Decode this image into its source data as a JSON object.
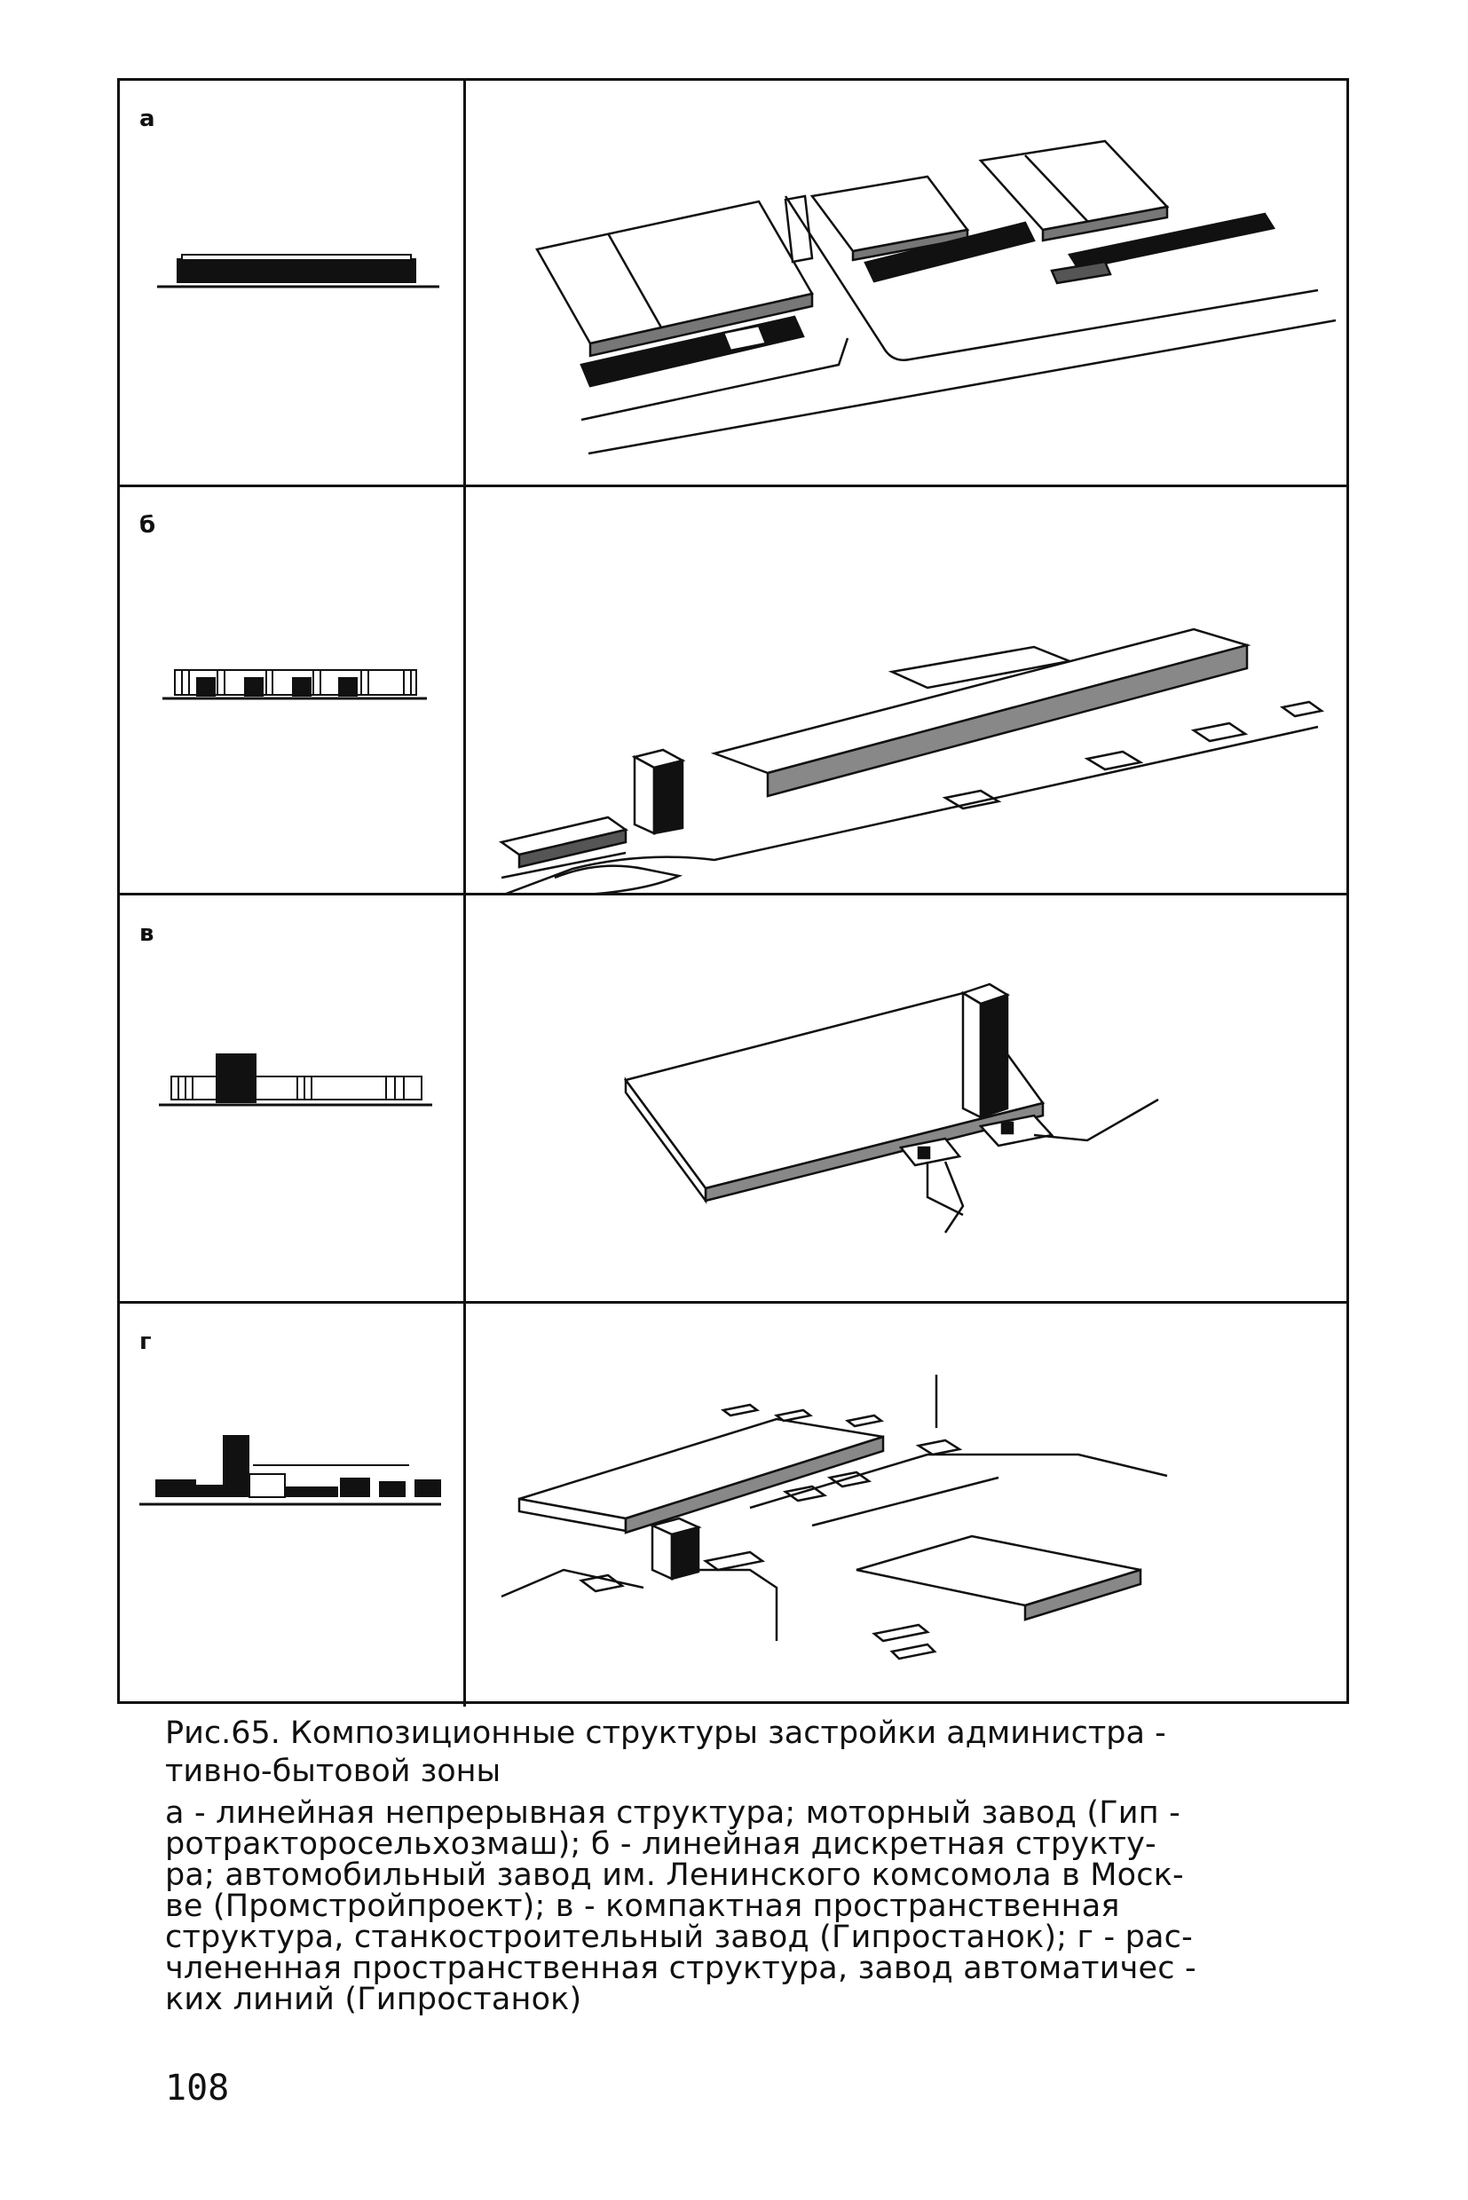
{
  "figure": {
    "panels": [
      {
        "letter": "а"
      },
      {
        "letter": "б"
      },
      {
        "letter": "в"
      },
      {
        "letter": "г"
      }
    ]
  },
  "caption": {
    "title_line1": "Рис.65. Композиционные структуры застройки администра -",
    "title_line2": "тивно-бытовой зоны",
    "body_lines": [
      "а - линейная непрерывная структура; моторный завод (Гип -",
      "ротракторосельхозмаш); б - линейная дискретная структу-",
      "ра; автомобильный завод им. Ленинского комсомола в Моск-",
      "ве (Промстройпроект); в - компактная пространственная",
      "структура, станкостроительный завод (Гипростанок); г - рас-",
      "члененная пространственная структура, завод автоматичес -",
      "ких линий (Гипростанок)"
    ]
  },
  "page_number": "108"
}
